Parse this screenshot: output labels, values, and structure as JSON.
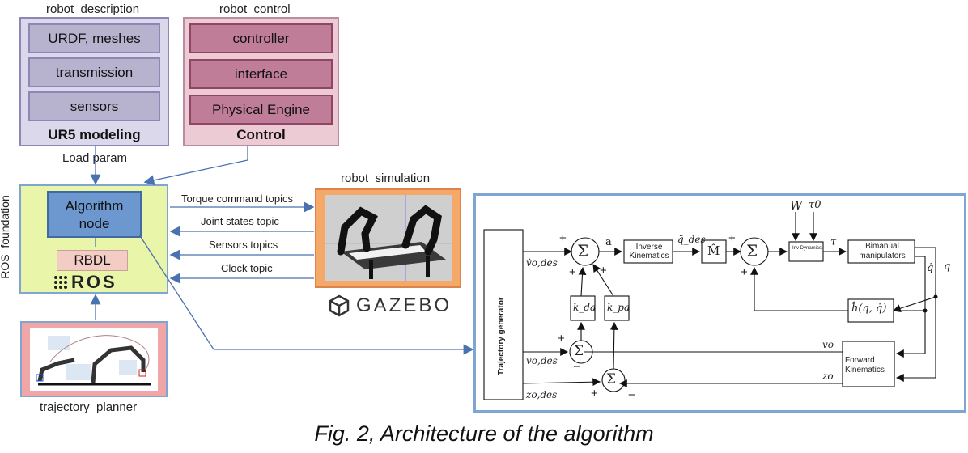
{
  "robot_description": {
    "heading": "robot_description",
    "items": [
      "URDF, meshes",
      "transmission",
      "sensors"
    ],
    "title": "UR5 modeling"
  },
  "robot_control": {
    "heading": "robot_control",
    "items": [
      "controller",
      "interface",
      "Physical Engine"
    ],
    "title": "Control"
  },
  "load_param": "Load  param",
  "ros_foundation": {
    "side_label": "ROS_foundation",
    "algorithm_node": "Algorithm node",
    "rbdl": "RBDL",
    "ros_logo": "ROS"
  },
  "topics": [
    "Torque command topics",
    "Joint states topic",
    "Sensors topics",
    "Clock topic"
  ],
  "robot_simulation": {
    "heading": "robot_simulation",
    "gazebo_logo": "GAZEBO"
  },
  "trajectory_planner": {
    "label": "trajectory_planner"
  },
  "block_diagram": {
    "trajectory_generator": "Trajectory generator",
    "inverse_kinematics": "Inverse Kinematics",
    "inv_dynamics": "Inv Dynamics",
    "bimanual": "Bimanual manipulators",
    "forward_kinematics": "Forward Kinematics",
    "sum": "Σ",
    "m_hat": "M̂",
    "h_hat": "ĥ(q, q̇)",
    "k_da": "k_da",
    "k_pa": "k_pa",
    "signal_a": "a",
    "signal_qdd_des": "q̈_des",
    "signal_tau": "τ",
    "signal_W": "W",
    "signal_tau0": "τ0",
    "signal_qdot": "q̇",
    "signal_q": "q",
    "signal_vdot_odes": "v̇o,des",
    "signal_v_odes": "vo,des",
    "signal_z_odes": "zo,des",
    "signal_vo": "vo",
    "signal_zo": "zo",
    "plus": "+",
    "minus": "−"
  },
  "caption": "Fig. 2, Architecture of the algorithm",
  "colors": {
    "description_panel": "#dcd8ec",
    "control_panel": "#eccbd5",
    "ros_panel": "#e9f5a8",
    "algorithm_node": "#6d97cf",
    "simulation_panel": "#f6a868",
    "trajectory_panel": "#f0a6a6",
    "arrow": "#4a72b0"
  }
}
